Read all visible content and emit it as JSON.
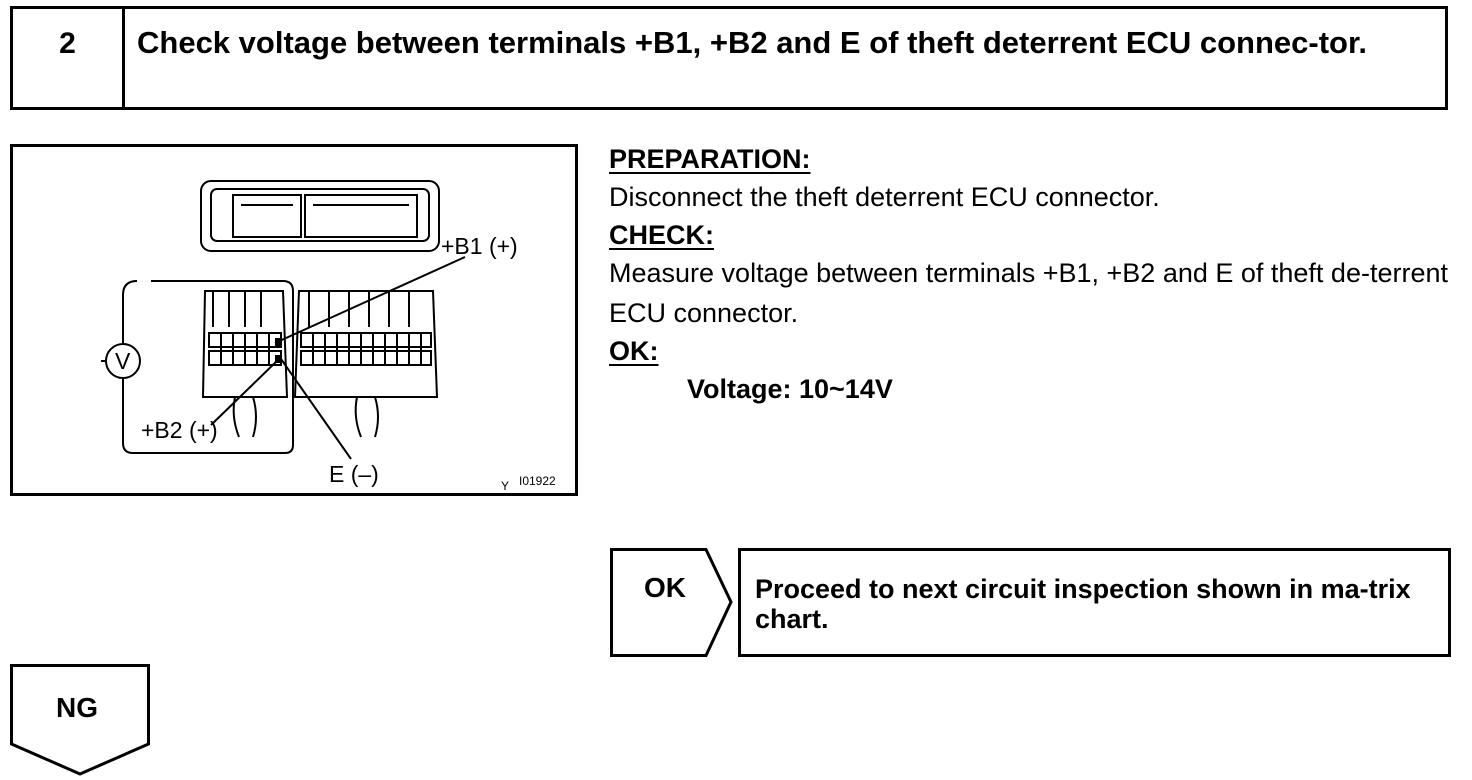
{
  "step": {
    "number": "2",
    "title": "Check voltage between terminals +B1, +B2 and E of theft deterrent ECU connec-tor."
  },
  "figure": {
    "voltmeter_symbol": "V",
    "label_b1": "+B1 (+)",
    "label_b2": "+B2 (+)",
    "label_e": "E (–)",
    "code_prefix": "Y",
    "code": "I01922"
  },
  "instructions": {
    "preparation_heading": "PREPARATION:",
    "preparation_text": "Disconnect the theft deterrent ECU connector.",
    "check_heading": "CHECK:",
    "check_text": "Measure voltage between terminals +B1, +B2 and E of theft de-terrent ECU connector.",
    "ok_heading": "OK:",
    "ok_spec": "Voltage: 10~14V"
  },
  "ok_branch": {
    "label": "OK",
    "action": "Proceed to next circuit inspection shown in ma-trix chart."
  },
  "ng_branch": {
    "label": "NG"
  }
}
